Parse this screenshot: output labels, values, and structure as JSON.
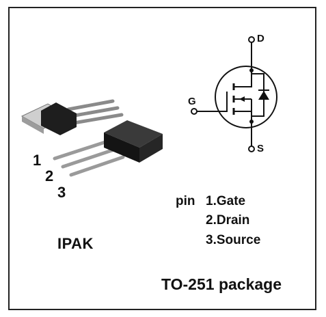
{
  "symbol": {
    "drain_label": "D",
    "gate_label": "G",
    "source_label": "S"
  },
  "pins": {
    "numbers": [
      "1",
      "2",
      "3"
    ],
    "prefix": "pin",
    "list": [
      "1.Gate",
      "2.Drain",
      "3.Source"
    ]
  },
  "package_name": "IPAK",
  "package_caption": "TO-251 package",
  "colors": {
    "line": "#111111",
    "body_dark": "#1e1e1e",
    "tab_grey": "#bdbdbd",
    "lead_grey": "#9a9a9a"
  }
}
